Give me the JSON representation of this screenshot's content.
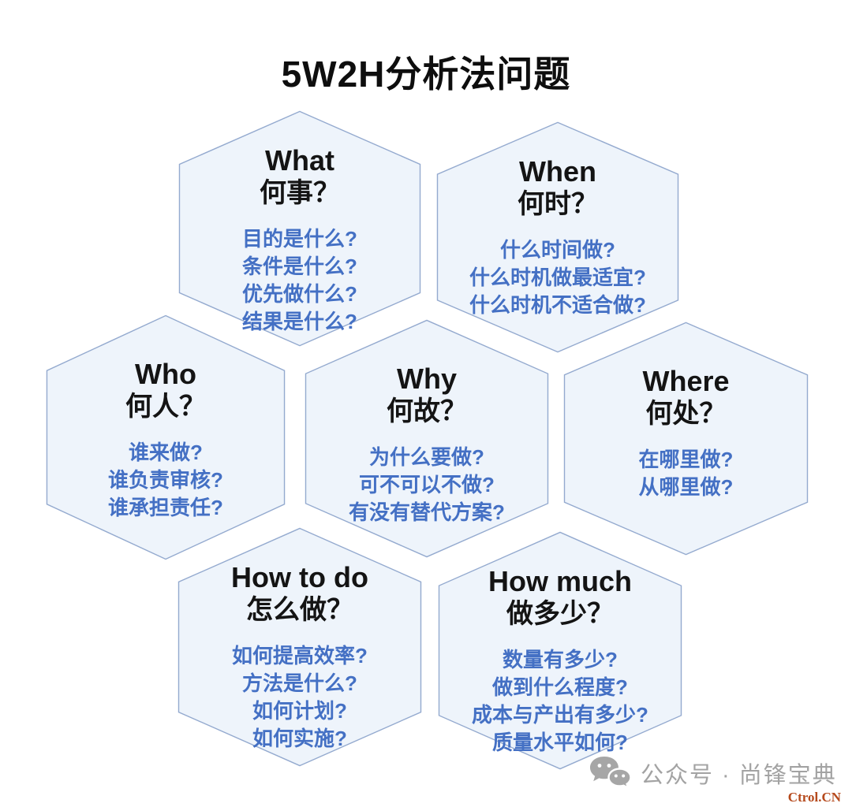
{
  "title": "5W2H分析法问题",
  "colors": {
    "background": "#ffffff",
    "hexagon_fill": "#eef4fb",
    "hexagon_border": "#94aacf",
    "heading_text": "#141414",
    "item_text_blue": "#4470c4",
    "watermark_gray": "#a3a3a3",
    "corner_mark_red": "#b5491c"
  },
  "hexagons": [
    {
      "id": "what",
      "title": "What",
      "subtitle": "何事？",
      "items": [
        "目的是什么?",
        "条件是什么?",
        "优先做什么?",
        "结果是什么?"
      ]
    },
    {
      "id": "when",
      "title": "When",
      "subtitle": "何时？",
      "items": [
        "什么时间做?",
        "什么时机做最适宜?",
        "什么时机不适合做?"
      ]
    },
    {
      "id": "who",
      "title": "Who",
      "subtitle": "何人？",
      "items": [
        "谁来做?",
        "谁负责审核?",
        "谁承担责任?"
      ]
    },
    {
      "id": "why",
      "title": "Why",
      "subtitle": "何故？",
      "items": [
        "为什么要做?",
        "可不可以不做?",
        "有没有替代方案?"
      ]
    },
    {
      "id": "where",
      "title": "Where",
      "subtitle": "何处？",
      "items": [
        "在哪里做?",
        "从哪里做?"
      ]
    },
    {
      "id": "how",
      "title": "How to do",
      "subtitle": "怎么做？",
      "items": [
        "如何提高效率?",
        "方法是什么?",
        "如何计划?",
        "如何实施?"
      ]
    },
    {
      "id": "howmuch",
      "title": "How much",
      "subtitle": "做多少？",
      "items": [
        "数量有多少?",
        "做到什么程度?",
        "成本与产出有多少?",
        "质量水平如何?"
      ]
    }
  ],
  "watermark": {
    "icon": "wechat-icon",
    "label": "公众号 · 尚锋宝典"
  },
  "corner_mark": "Ctrol.CN"
}
